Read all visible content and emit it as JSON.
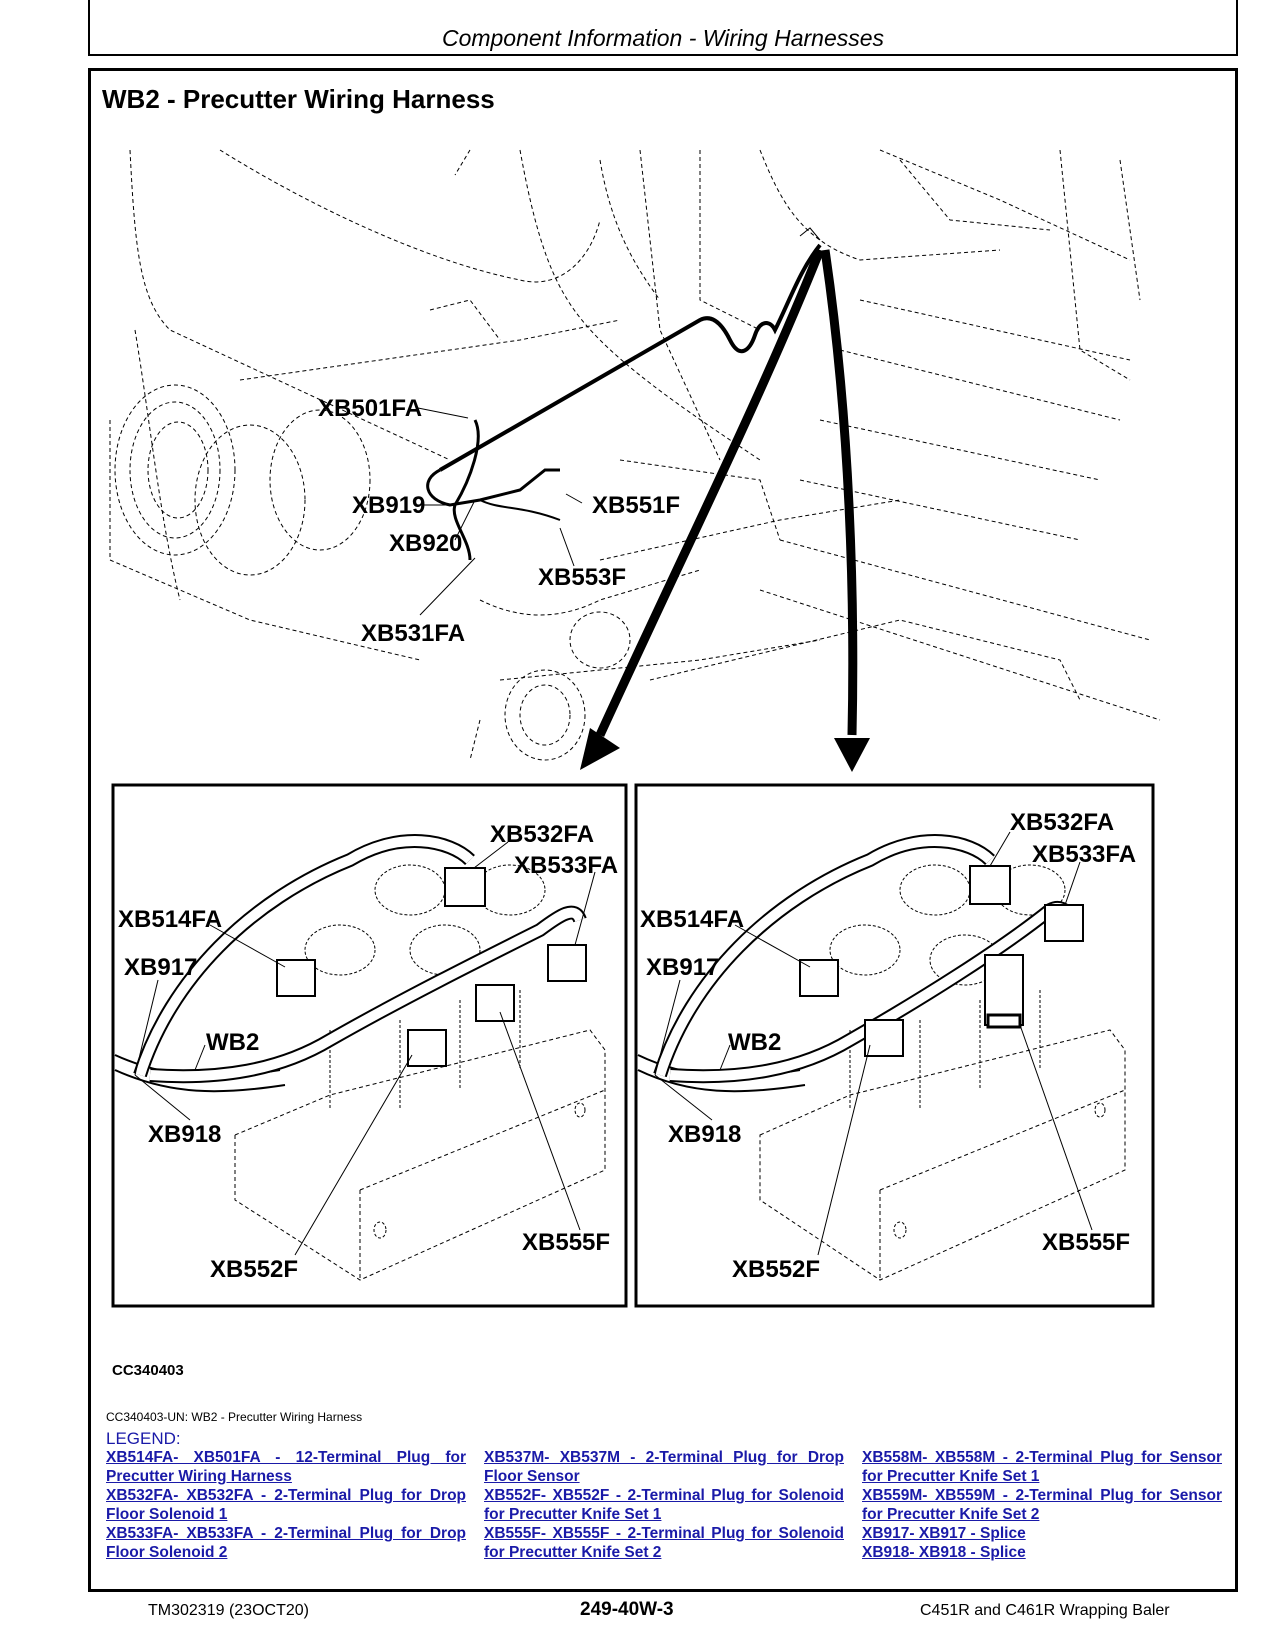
{
  "header": {
    "section": "Component Information - Wiring Harnesses"
  },
  "figure": {
    "title": "WB2 - Precutter Wiring Harness",
    "labels": {
      "xb501fa": "XB501FA",
      "xb919": "XB919",
      "xb920": "XB920",
      "xb551f": "XB551F",
      "xb553f": "XB553F",
      "xb531fa": "XB531FA",
      "xb532fa": "XB532FA",
      "xb533fa": "XB533FA",
      "xb514fa": "XB514FA",
      "xb917": "XB917",
      "wb2": "WB2",
      "xb918": "XB918",
      "xb552f": "XB552F",
      "xb555f": "XB555F"
    },
    "code": "CC340403",
    "caption": "CC340403-UN: WB2 - Precutter Wiring Harness"
  },
  "legend": {
    "title": "LEGEND:",
    "columns": [
      [
        "XB514FA- XB501FA - 12-Terminal Plug for Precutter Wiring Harness",
        "XB532FA- XB532FA - 2-Terminal Plug for Drop Floor Solenoid 1",
        "XB533FA- XB533FA - 2-Terminal Plug for Drop Floor Solenoid 2"
      ],
      [
        "XB537M- XB537M - 2-Terminal Plug for Drop Floor Sensor",
        "XB552F- XB552F - 2-Terminal Plug for Solenoid for Precutter Knife Set 1",
        "XB555F- XB555F - 2-Terminal Plug for Solenoid for Precutter Knife Set 2"
      ],
      [
        "XB558M- XB558M - 2-Terminal Plug for Sensor for Precutter Knife Set 1",
        "XB559M- XB559M - 2-Terminal Plug for Sensor for Precutter Knife Set 2",
        "XB917- XB917 - Splice",
        "XB918- XB918 - Splice"
      ]
    ]
  },
  "footer": {
    "doc": "TM302319 (23OCT20)",
    "page": "249-40W-3",
    "product": "C451R and C461R Wrapping Baler"
  }
}
